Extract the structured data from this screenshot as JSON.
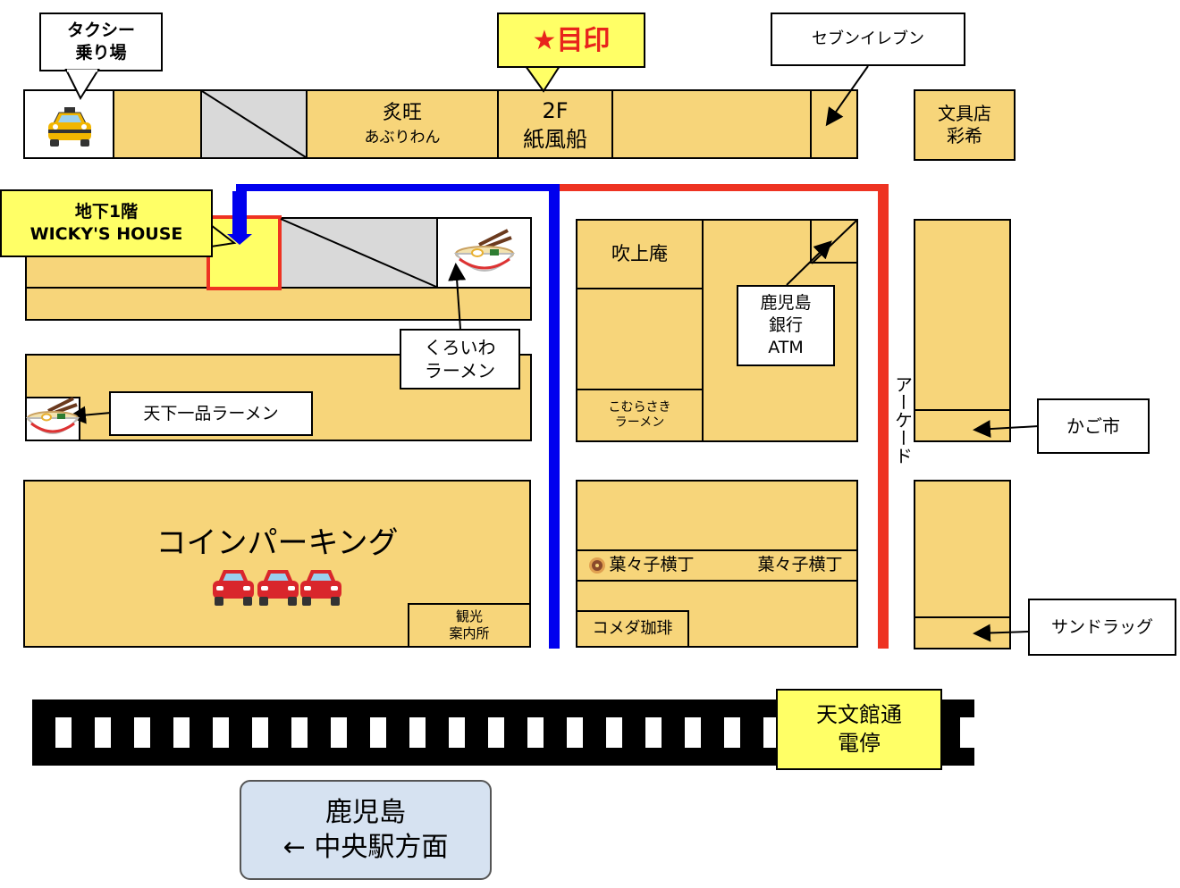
{
  "labels": {
    "taxi": "タクシー\n乗り場",
    "landmark": "★目印",
    "seven": "セブンイレブン",
    "aburiwan_1": "炙旺",
    "aburiwan_2": "あぶりわん",
    "kamifusen_1": "2F",
    "kamifusen_2": "紙風船",
    "bunguten": "文具店\n彩希",
    "wicky": "地下1階\nWICKY'S HOUSE",
    "fukiage": "吹上庵",
    "atm": "鹿児島\n銀行\nATM",
    "kuroiwa": "くろいわ\nラーメン",
    "tenka": "天下一品ラーメン",
    "komurasaki": "こむらさき\nラーメン",
    "kagoichi": "かご市",
    "arcade": "アーケード",
    "parking": "コインパーキング",
    "kanko": "観光\n案内所",
    "kashiko_1": "菓々子横丁",
    "kashiko_2": "菓々子横丁",
    "komeda": "コメダ珈琲",
    "sundrug": "サンドラッグ",
    "tram": "天文館通\n電停",
    "station": "鹿児島\n← 中央駅方面"
  },
  "icons": {
    "taxi": "taxi-icon",
    "ramen": "ramen-icon",
    "donut": "donut-icon",
    "car": "car-icon"
  },
  "colors": {
    "block": "#f7d57a",
    "highlight": "#ffff66",
    "blue_route": "#0000ee",
    "red_route": "#ee3322",
    "station_box": "#d6e2f1"
  }
}
